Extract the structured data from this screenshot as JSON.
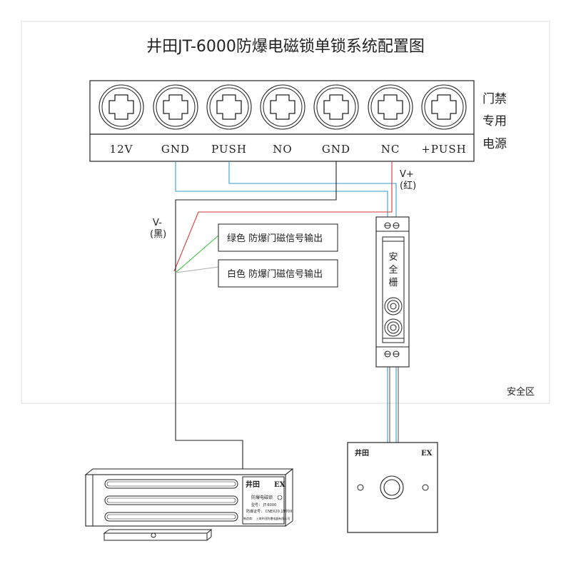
{
  "title": "井田JT-6000防爆电磁锁单锁系统配置图",
  "terminals": [
    "12V",
    "GND",
    "PUSH",
    "NO",
    "GND",
    "NC",
    "+PUSH"
  ],
  "power_label": [
    "门禁",
    "专用",
    "电源"
  ],
  "v_plus": "V+",
  "v_plus_color": "(红)",
  "v_minus": "V-",
  "v_minus_color": "(黑)",
  "signal_green": "绿色 防爆门磁信号输出",
  "signal_white": "白色 防爆门磁信号输出",
  "barrier_label": [
    "安",
    "全",
    "栅"
  ],
  "safe_zone": "安全区",
  "button_brand": "井田",
  "button_ex": "EX",
  "lock_brand": "井田",
  "lock_ex": "EX",
  "lock_name": "防爆电磁锁",
  "lock_model": "型号： JT-6000",
  "lock_cert": "防爆证号： CNEX20.1970X",
  "lock_maker": "制造商： 上海井田防爆电器有限公司",
  "colors": {
    "wire_blue": "#3a9bc8",
    "wire_red": "#d43a3a",
    "wire_green": "#3cc43c",
    "wire_gray": "#b0b0b0",
    "line": "#222222"
  }
}
